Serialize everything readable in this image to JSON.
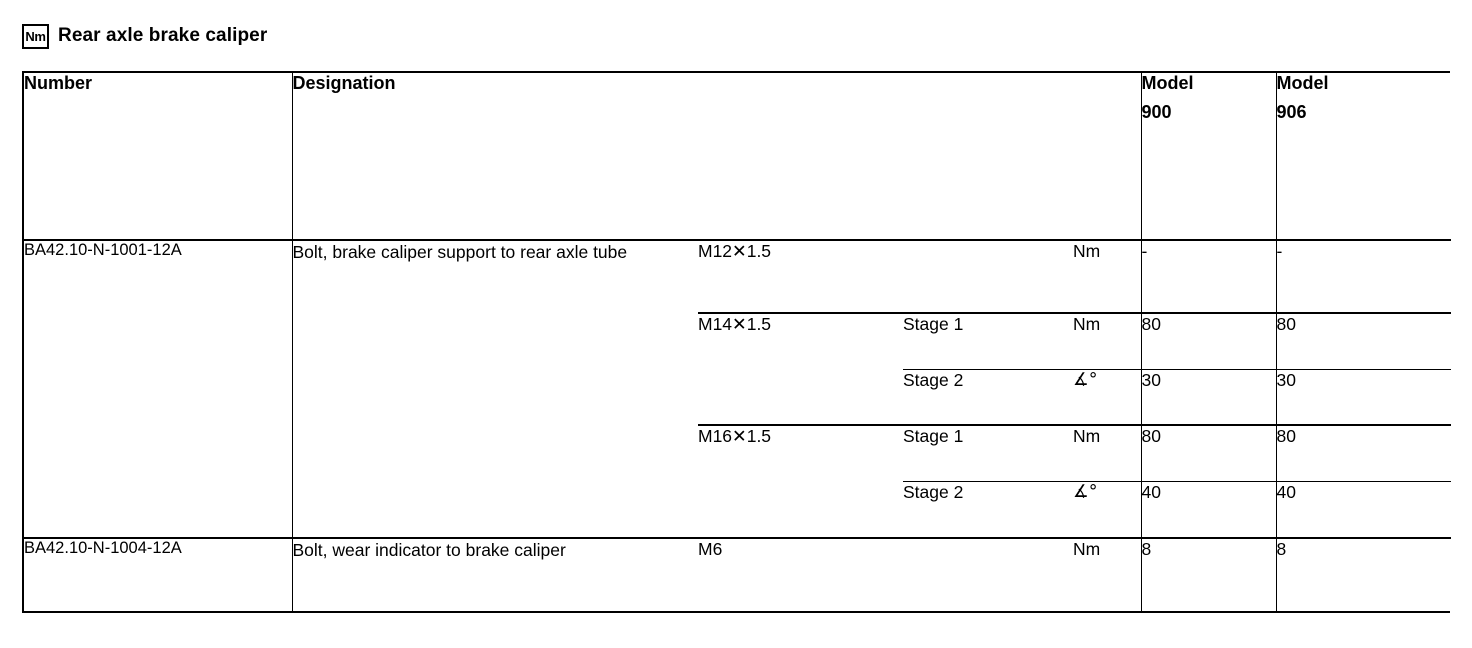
{
  "document": {
    "unit_badge": "Nm",
    "badge_icon": "torque-nm-icon",
    "title": "Rear axle brake caliper"
  },
  "table": {
    "headers": {
      "number": "Number",
      "designation": "Designation",
      "thread": "",
      "stage": "",
      "unit": "",
      "model_900_line1": "Model",
      "model_900_line2": "900",
      "model_906_line1": "Model",
      "model_906_line2": "906"
    },
    "rows": [
      {
        "number": "BA42.10-N-1001-12A",
        "designation": "Bolt, brake caliper support to rear axle tube",
        "specs": [
          {
            "thread": "M12✕1.5",
            "stage": "",
            "unit": "Nm",
            "model_900": "-",
            "model_906": "-"
          },
          {
            "thread": "M14✕1.5",
            "stage": "Stage 1",
            "unit": "Nm",
            "model_900": "80",
            "model_906": "80"
          },
          {
            "thread": "",
            "stage": "Stage 2",
            "unit": "∡°",
            "model_900": "30",
            "model_906": "30"
          },
          {
            "thread": "M16✕1.5",
            "stage": "Stage 1",
            "unit": "Nm",
            "model_900": "80",
            "model_906": "80"
          },
          {
            "thread": "",
            "stage": "Stage 2",
            "unit": "∡°",
            "model_900": "40",
            "model_906": "40"
          }
        ]
      },
      {
        "number": "BA42.10-N-1004-12A",
        "designation": "Bolt, wear indicator to brake caliper",
        "specs": [
          {
            "thread": "M6",
            "stage": "",
            "unit": "Nm",
            "model_900": "8",
            "model_906": "8"
          }
        ]
      }
    ]
  },
  "colors": {
    "ink": "#000000",
    "paper": "#ffffff"
  }
}
